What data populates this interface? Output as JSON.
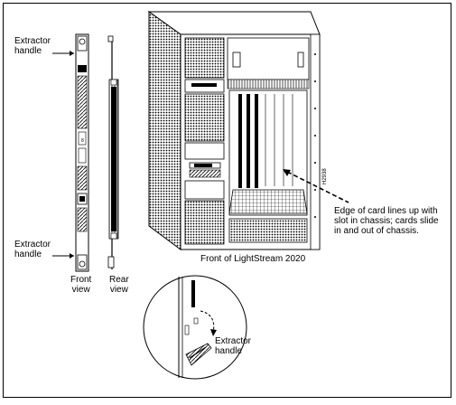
{
  "labels": {
    "extractor_top": "Extractor\nhandle",
    "extractor_bottom": "Extractor\nhandle",
    "front_view": "Front\nview",
    "rear_view": "Rear\nview",
    "chassis_caption": "Front of LightStream 2020",
    "edge_note": "Edge of card lines up with\nslot in chassis; cards slide\nin and out of chassis.",
    "extractor_detail": "Extractor\nhandle",
    "figure_id": "H2938"
  }
}
